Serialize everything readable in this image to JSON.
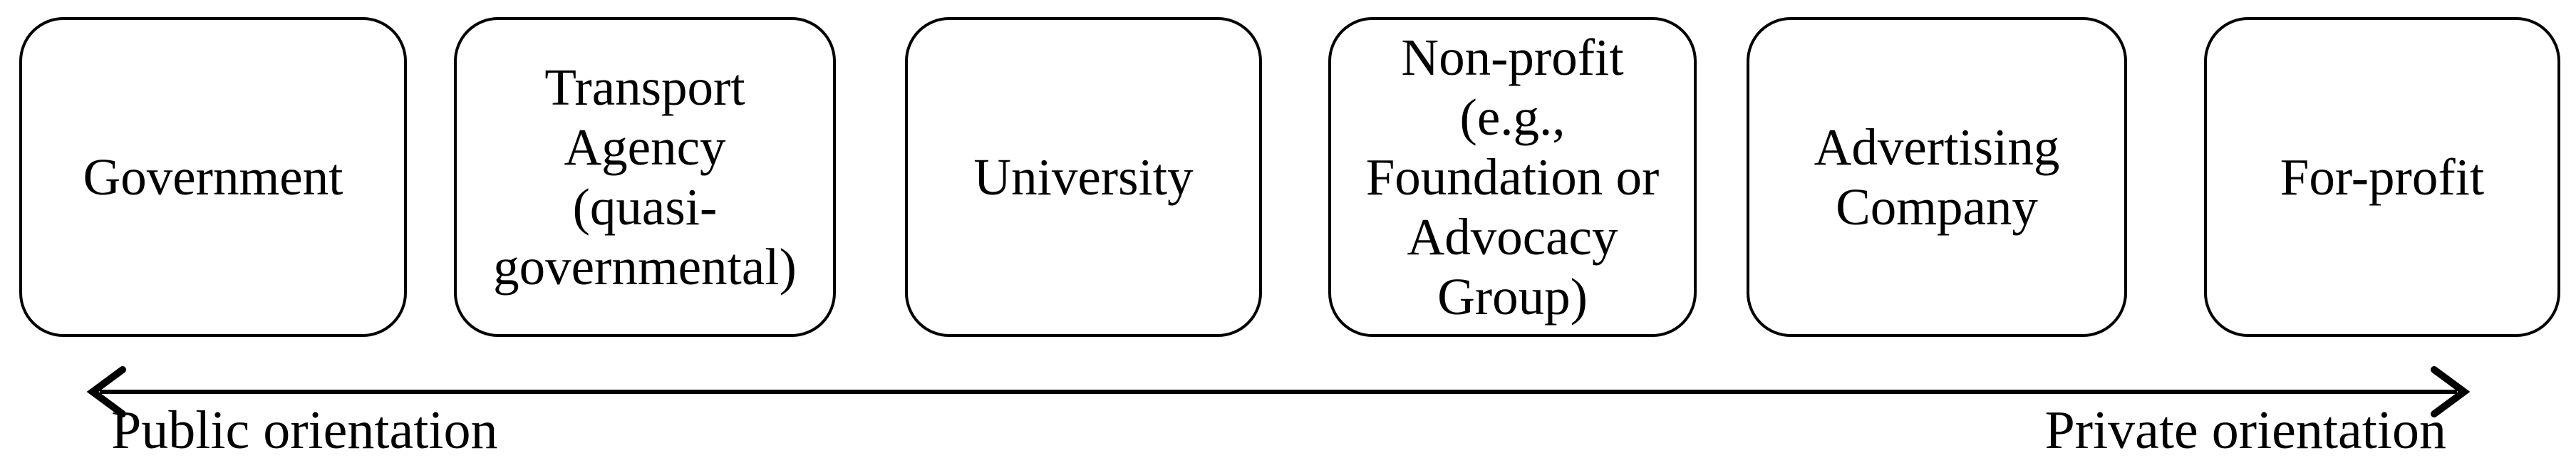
{
  "figure": {
    "boxes": [
      {
        "label": "Government",
        "lines": [
          "Government"
        ]
      },
      {
        "label": "Transport Agency (quasi-governmental)",
        "lines": [
          "Transport",
          "Agency",
          "(quasi-",
          "governmental)"
        ]
      },
      {
        "label": "University",
        "lines": [
          "University"
        ]
      },
      {
        "label": "Non-profit (e.g., Foundation or Advocacy Group)",
        "lines": [
          "Non-profit",
          "(e.g.,",
          "Foundation or",
          "Advocacy",
          "Group)"
        ]
      },
      {
        "label": "Advertising Company",
        "lines": [
          "Advertising",
          "Company"
        ]
      },
      {
        "label": "For-profit",
        "lines": [
          "For-profit"
        ]
      }
    ],
    "axis": {
      "left_label": "Public orientation",
      "right_label": "Private orientation",
      "arrow_style": "double-headed"
    },
    "colors": {
      "background": "#ffffff",
      "text": "#000000",
      "line": "#000000"
    }
  }
}
